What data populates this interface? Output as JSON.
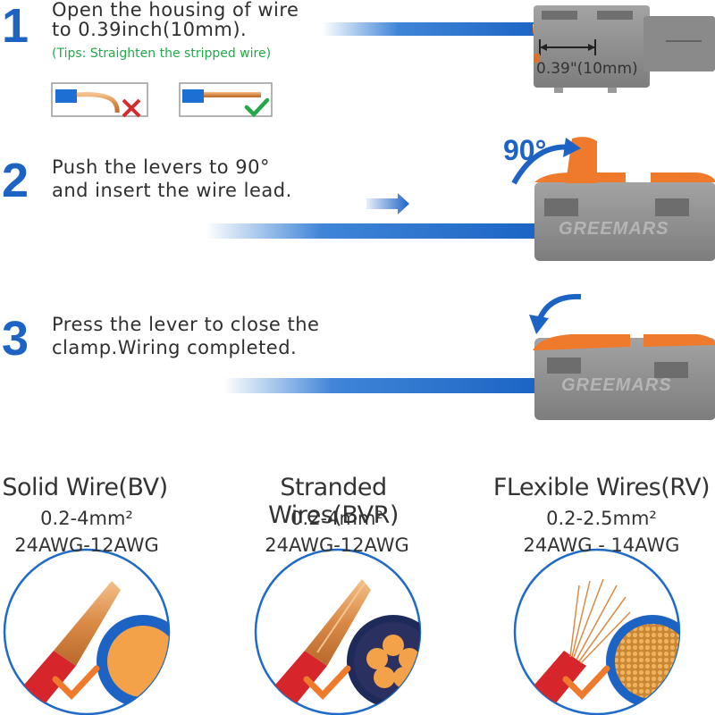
{
  "steps": [
    {
      "number": "1",
      "line1": "Open the housing of wire",
      "line2": "to 0.39inch(10mm).",
      "tip": "(Tips:  Straighten the stripped wire)"
    },
    {
      "number": "2",
      "line1": "Push the levers to 90°",
      "line2": "and insert the wire lead."
    },
    {
      "number": "3",
      "line1": "Press the lever to close the",
      "line2": "clamp.Wiring completed."
    }
  ],
  "measurement_label": "0.39\"(10mm)",
  "angle_label": "90°",
  "brand_watermark": "GREEMARS",
  "wire_types": [
    {
      "title": "Solid Wire(BV)",
      "spec1": "0.2-4mm²",
      "spec2": "24AWG-12AWG",
      "icon": "solid-wire-icon"
    },
    {
      "title": "Stranded Wires(BVR)",
      "spec1": "0.2-4mm²",
      "spec2": "24AWG-12AWG",
      "icon": "stranded-wire-icon"
    },
    {
      "title": "FLexible Wires(RV)",
      "spec1": "0.2-2.5mm²",
      "spec2": "24AWG - 14AWG",
      "icon": "flexible-wire-icon"
    }
  ],
  "colors": {
    "accent_blue": "#1d63c4",
    "tip_green": "#25a84a",
    "lever_orange": "#f07a2c",
    "housing_gray": "#8e8e8e"
  }
}
